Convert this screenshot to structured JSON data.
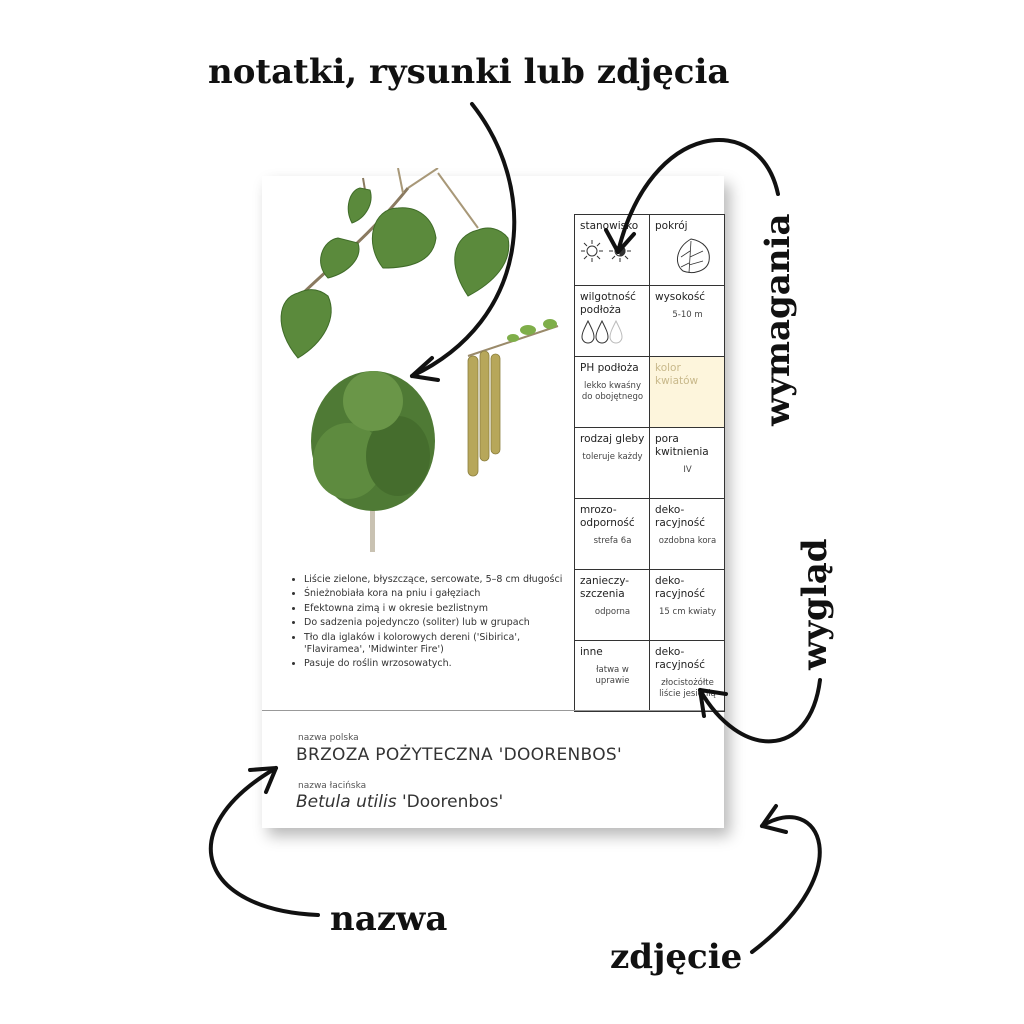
{
  "annotations": {
    "top": "notatki, rysunki lub zdjęcia",
    "requirements": "wymagania",
    "appearance": "wygląd",
    "name": "nazwa",
    "photo": "zdjęcie"
  },
  "grid": [
    {
      "label": "stanowisko",
      "value": ""
    },
    {
      "label": "pokrój",
      "value": ""
    },
    {
      "label": "wilgotność podłoża",
      "value": ""
    },
    {
      "label": "wysokość",
      "value": "5-10 m"
    },
    {
      "label": "PH podłoża",
      "value": "lekko kwaśny do obojętnego"
    },
    {
      "label": "kolor kwiatów",
      "value": ""
    },
    {
      "label": "rodzaj gleby",
      "value": "toleruje każdy"
    },
    {
      "label": "pora kwitnienia",
      "value": "IV"
    },
    {
      "label": "mrozo- odporność",
      "value": "strefa 6a"
    },
    {
      "label": "deko- racyjność",
      "value": "ozdobna kora"
    },
    {
      "label": "zanieczy- szczenia",
      "value": "odporna"
    },
    {
      "label": "deko- racyjność",
      "value": "15 cm kwiaty"
    },
    {
      "label": "inne",
      "value": "łatwa w uprawie"
    },
    {
      "label": "deko- racyjność",
      "value": "złocistożółte liście jesienią"
    }
  ],
  "bullets": [
    "Liście zielone, błyszczące, sercowate, 5–8 cm długości",
    "Śnieżnobiała kora na pniu i gałęziach",
    "Efektowna zimą i w okresie bezlistnym",
    "Do sadzenia pojedynczo (soliter) lub w grupach",
    "Tło dla iglaków i kolorowych dereni ('Sibirica', 'Flaviramea', 'Midwinter Fire')",
    "Pasuje do roślin wrzosowatych."
  ],
  "names": {
    "polish_label": "nazwa polska",
    "polish": "BRZOZA POŻYTECZNA 'DOORENBOS'",
    "latin_label": "nazwa łacińska",
    "latin_genus_species": "Betula utilis",
    "latin_cultivar": " 'Doorenbos'"
  },
  "colors": {
    "highlight_cell": "#fdf5dc",
    "leaf": "#5b8a3c"
  }
}
